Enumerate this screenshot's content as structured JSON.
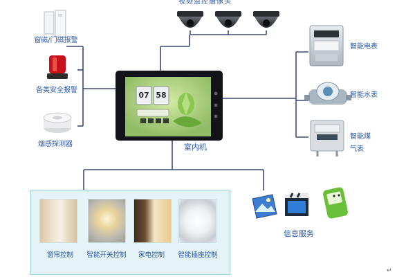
{
  "title_cameras": "视频监控摄像头",
  "indoor_unit": {
    "label": "室内机",
    "clock_hours": "07",
    "clock_minutes": "58"
  },
  "left_devices": [
    {
      "label": "窗磁/门磁报警",
      "icon": "door-sensor-icon"
    },
    {
      "label": "各类安全报警",
      "icon": "alarm-light-icon"
    },
    {
      "label": "烟感探测器",
      "icon": "smoke-detector-icon"
    }
  ],
  "right_devices": [
    {
      "label": "智能电表",
      "icon": "electric-meter-icon"
    },
    {
      "label": "智能水表",
      "icon": "water-meter-icon"
    },
    {
      "label_line1": "智能煤",
      "label_line2": "气表",
      "icon": "gas-meter-icon"
    }
  ],
  "control_items": [
    {
      "label": "窗帘控制",
      "icon": "curtain-icon"
    },
    {
      "label": "智能开关控制",
      "icon": "chandelier-icon"
    },
    {
      "label": "家电控制",
      "icon": "appliance-icon"
    },
    {
      "label": "智能插座控制",
      "icon": "rice-cooker-icon"
    }
  ],
  "info_service": {
    "label": "信息服务",
    "icons": [
      "picture-icon",
      "movie-clapper-icon",
      "mobile-phone-icon"
    ]
  },
  "colors": {
    "line": "#3a4a7a",
    "label": "#2a57a8",
    "panel_bg": "#e4f3f6",
    "panel_border": "#9bd0dc"
  },
  "return_mark": "↵"
}
